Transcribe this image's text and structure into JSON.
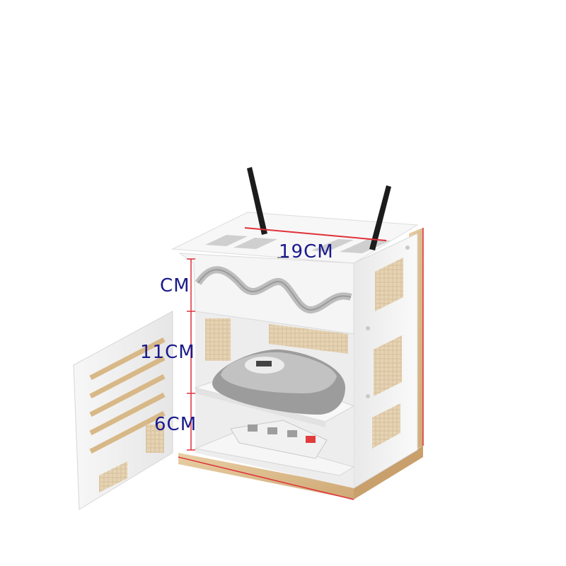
{
  "labels": {
    "width": "19CM",
    "top_height": "CM",
    "middle_height": "11CM",
    "bottom_height": "6CM"
  },
  "colors": {
    "label_text": "#1a1a8c",
    "dimension_line": "#e0303a",
    "cabinet_white": "#f4f4f4",
    "wood_edge": "#d9b98a"
  }
}
